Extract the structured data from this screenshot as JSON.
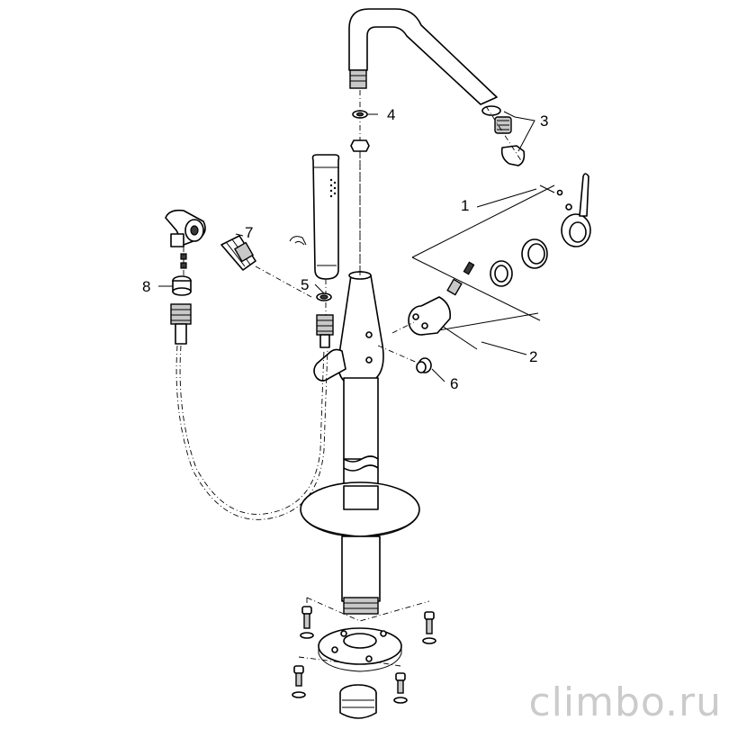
{
  "callouts": [
    {
      "id": "1",
      "label": "1"
    },
    {
      "id": "2",
      "label": "2"
    },
    {
      "id": "3",
      "label": "3"
    },
    {
      "id": "4",
      "label": "4"
    },
    {
      "id": "5",
      "label": "5"
    },
    {
      "id": "6",
      "label": "6"
    },
    {
      "id": "7",
      "label": "7"
    },
    {
      "id": "8",
      "label": "8"
    }
  ],
  "watermark": "climbo.ru"
}
